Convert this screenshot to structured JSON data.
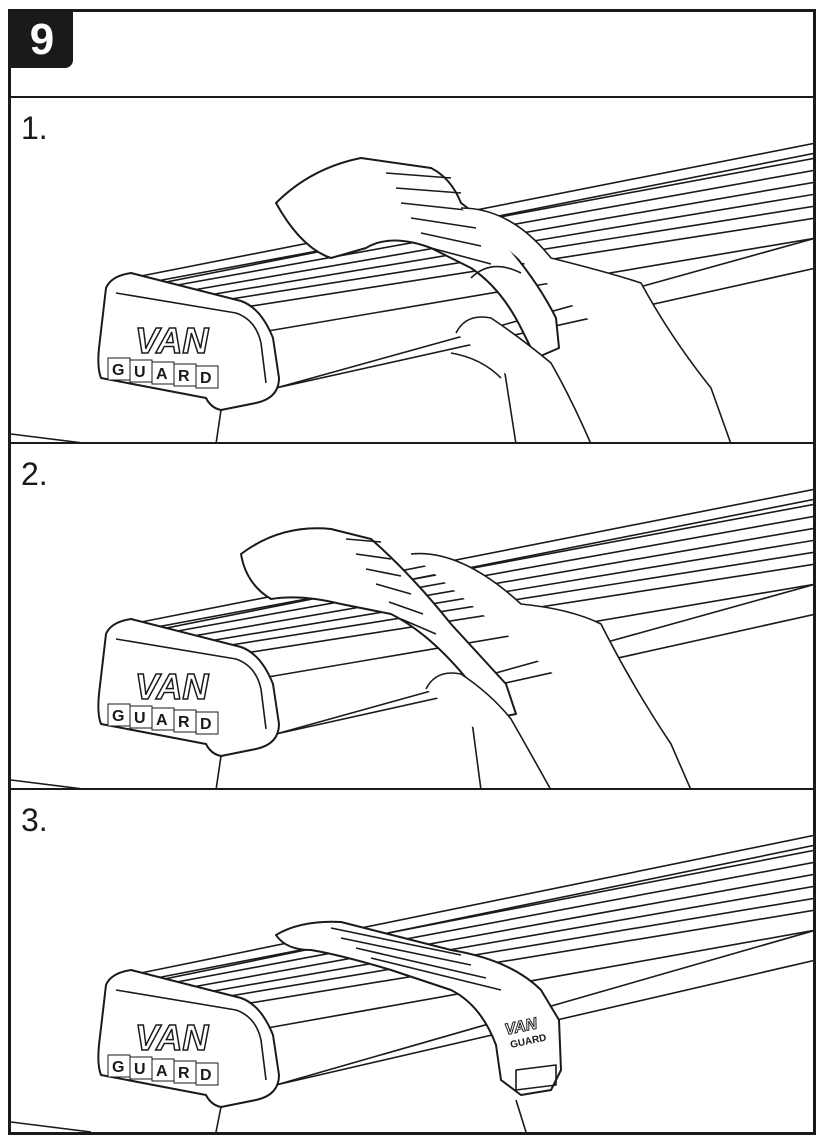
{
  "step_number": "9",
  "panels": [
    {
      "label": "1.",
      "brand_top": "VAN",
      "brand_letters": [
        "G",
        "U",
        "A",
        "R",
        "D"
      ]
    },
    {
      "label": "2.",
      "brand_top": "VAN",
      "brand_letters": [
        "G",
        "U",
        "A",
        "R",
        "D"
      ]
    },
    {
      "label": "3.",
      "brand_top": "VAN",
      "brand_letters": [
        "G",
        "U",
        "A",
        "R",
        "D"
      ]
    }
  ],
  "clamp_brand_top": "VAN",
  "clamp_brand_bottom": "GUARD"
}
